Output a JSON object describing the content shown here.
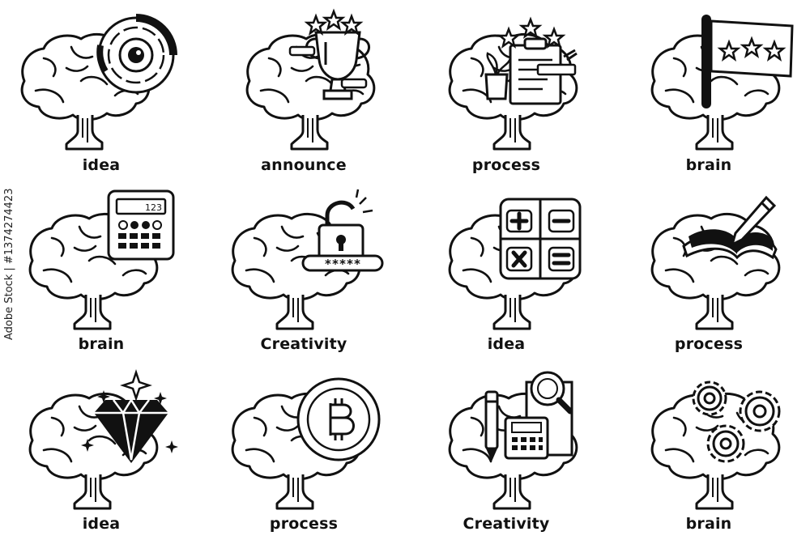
{
  "labels": [
    "idea",
    "announce",
    "process",
    "brain",
    "brain",
    "Creativity",
    "idea",
    "process",
    "idea",
    "process",
    "Creativity",
    "brain"
  ],
  "icons": [
    "target-icon",
    "trophy-icon",
    "clipboard-icon",
    "flag-icon",
    "calculator-icon",
    "padlock-icon",
    "math-operators-icon",
    "book-pen-icon",
    "diamond-icon",
    "bitcoin-icon",
    "document-search-icon",
    "gears-icon"
  ],
  "texts": {
    "calculator_display": "123",
    "password_mask": "*****",
    "stock_id": "Adobe Stock | #1374274423"
  },
  "colors": {
    "ink": "#111111",
    "background": "#ffffff"
  }
}
